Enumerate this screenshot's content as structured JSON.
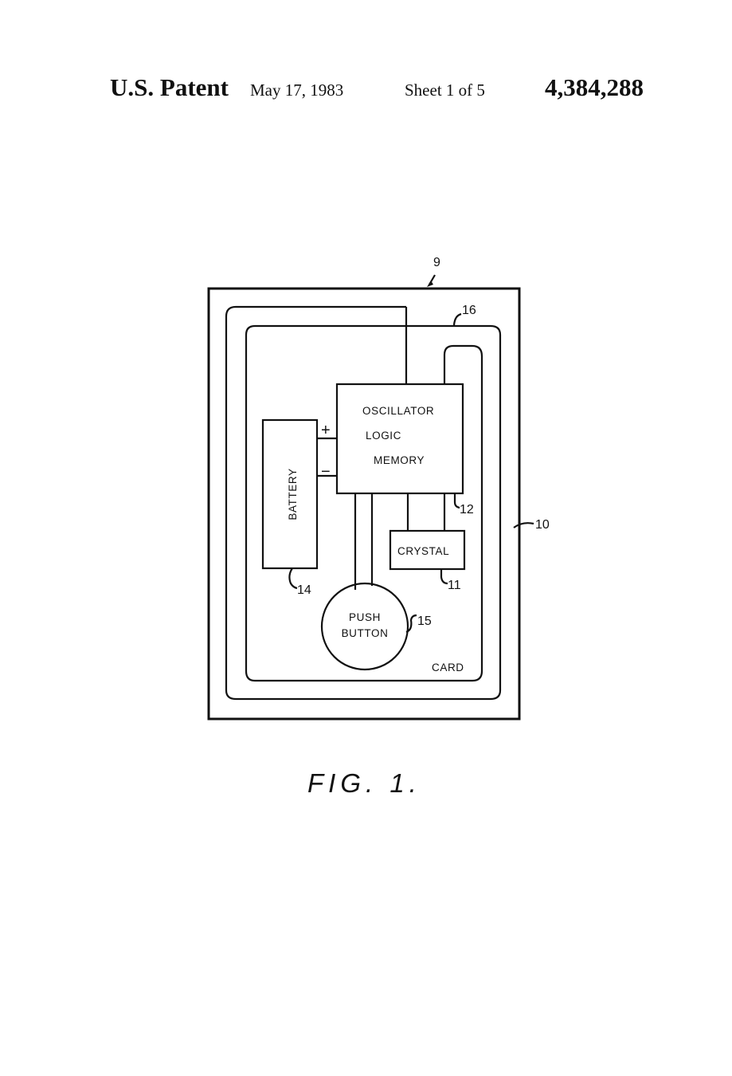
{
  "header": {
    "title": "U.S. Patent",
    "date": "May 17, 1983",
    "sheet": "Sheet 1 of 5",
    "patent_number": "4,384,288"
  },
  "figure": {
    "caption": "FIG. 1.",
    "components": {
      "oscillator": "OSCILLATOR",
      "logic": "LOGIC",
      "memory": "MEMORY",
      "battery": "BATTERY",
      "crystal": "CRYSTAL",
      "push_button_line1": "PUSH",
      "push_button_line2": "BUTTON",
      "card": "CARD",
      "plus": "+",
      "minus": "−"
    },
    "references": {
      "r9": "9",
      "r10": "10",
      "r11": "11",
      "r12": "12",
      "r14": "14",
      "r15": "15",
      "r16": "16"
    }
  }
}
